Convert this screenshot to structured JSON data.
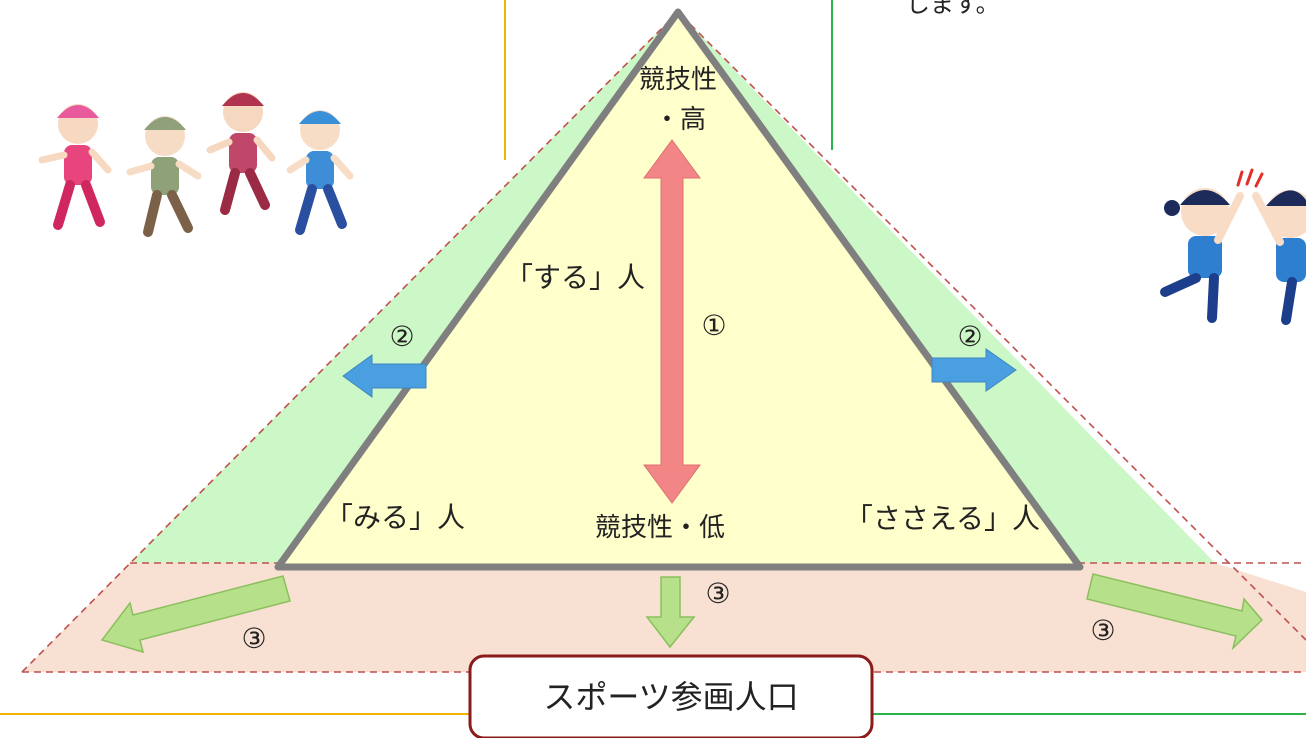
{
  "top_right_text": "します。",
  "apex_label_line1": "競技性",
  "apex_label_line2": "・高",
  "base_label": "競技性・低",
  "suru_label": "「する」人",
  "miru_label": "「みる」人",
  "sasaeru_label": "「ささえる」人",
  "marker_1": "①",
  "marker_2_left": "②",
  "marker_2_right": "②",
  "marker_3_left": "③",
  "marker_3_center": "③",
  "marker_3_right": "③",
  "bottom_box_label": "スポーツ参画人口",
  "colors": {
    "inner_triangle": "#ffffcc",
    "green_band": "#ccf7c6",
    "peach_band": "#f8e0d2",
    "triangle_outline": "#7f7f7f",
    "dashed_outline": "#c0504d",
    "red_arrow": "#f28585",
    "blue_arrow": "#4a9fe0",
    "green_arrow": "#b6e08a",
    "box_border": "#8b1a1a",
    "left_frame": "#f0b400",
    "right_frame": "#29b34a"
  },
  "icons": [
    "runners-group-illustration",
    "high-five-kids-illustration"
  ]
}
